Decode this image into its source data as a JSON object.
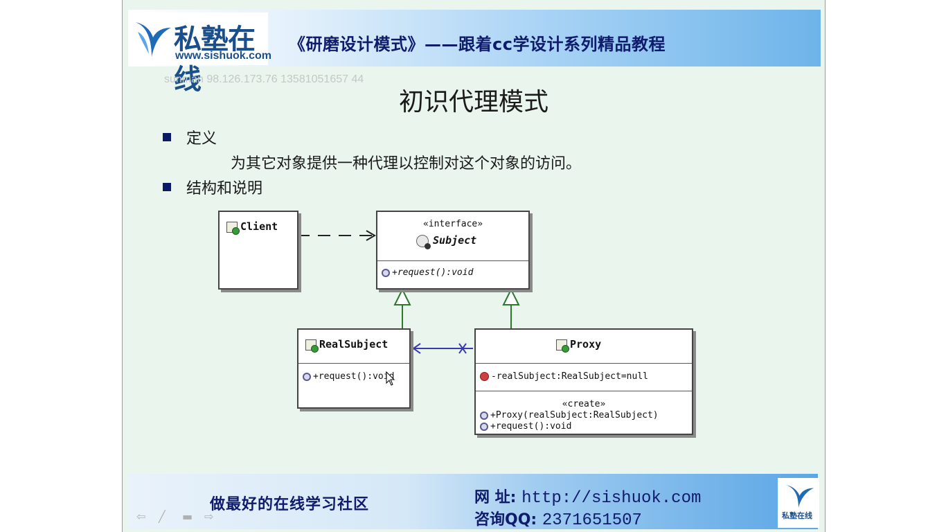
{
  "header": {
    "logo_text": "私塾在线",
    "logo_url": "www.sishuok.com",
    "course_title": "《研磨设计模式》——跟着cc学设计系列精品教程"
  },
  "watermark": "sunman 98.126.173.76 13581051657 44",
  "slide": {
    "title": "初识代理模式",
    "bullets": [
      {
        "label": "定义"
      },
      {
        "label": "结构和说明"
      }
    ],
    "definition": "为其它对象提供一种代理以控制对这个对象的访问。"
  },
  "diagram": {
    "client": {
      "name": "Client"
    },
    "subject": {
      "stereotype": "«interface»",
      "name": "Subject",
      "operation": "+request():void"
    },
    "real_subject": {
      "name": "RealSubject",
      "operation": "+request():void"
    },
    "proxy": {
      "name": "Proxy",
      "attribute": "-realSubject:RealSubject=null",
      "stereotype": "«create»",
      "constructor": "+Proxy(realSubject:RealSubject)",
      "operation": "+request():void"
    }
  },
  "footer": {
    "slogan": "做最好的在线学习社区",
    "site_label": "网  址:",
    "site_value": "http://sishuok.com",
    "qq_label": "咨询QQ:",
    "qq_value": "2371651507",
    "small_logo_text": "私塾在线"
  },
  "colors": {
    "slide_bg": "#eaf5ee",
    "title_navy": "#0f1b6b",
    "bullet_square": "#0a1a66"
  }
}
